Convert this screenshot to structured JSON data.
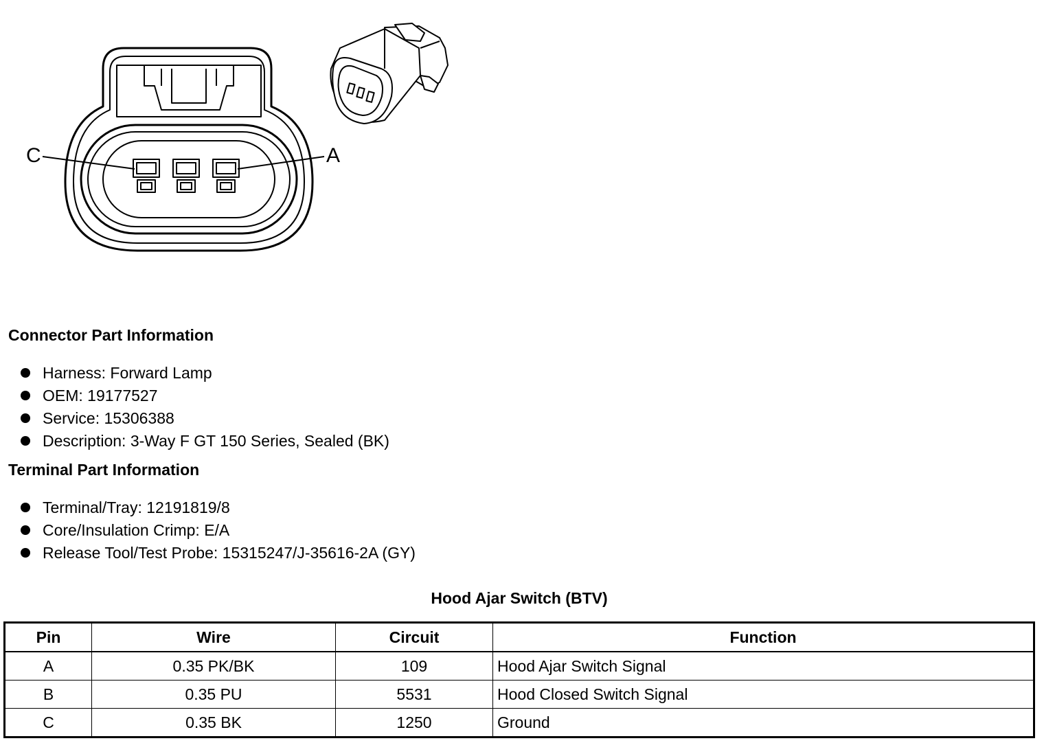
{
  "diagram": {
    "label_left": "C",
    "label_right": "A"
  },
  "connector_info": {
    "heading": "Connector Part Information",
    "items": [
      "Harness: Forward Lamp",
      "OEM: 19177527",
      "Service: 15306388",
      "Description: 3-Way F GT 150 Series, Sealed (BK)"
    ]
  },
  "terminal_info": {
    "heading": "Terminal Part Information",
    "items": [
      "Terminal/Tray: 12191819/8",
      "Core/Insulation Crimp: E/A",
      "Release Tool/Test Probe: 15315247/J-35616-2A (GY)"
    ]
  },
  "pin_table": {
    "title": "Hood Ajar Switch (BTV)",
    "headers": [
      "Pin",
      "Wire",
      "Circuit",
      "Function"
    ],
    "rows": [
      [
        "A",
        "0.35 PK/BK",
        "109",
        "Hood Ajar Switch Signal"
      ],
      [
        "B",
        "0.35 PU",
        "5531",
        "Hood Closed Switch Signal"
      ],
      [
        "C",
        "0.35 BK",
        "1250",
        "Ground"
      ]
    ]
  }
}
